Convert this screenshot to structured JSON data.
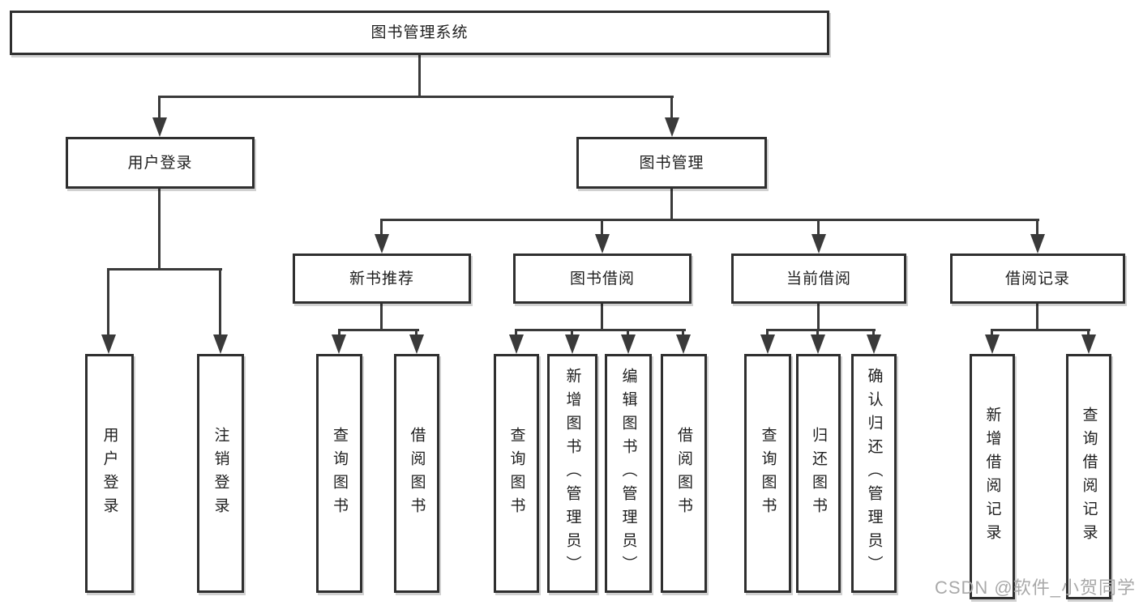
{
  "tree": {
    "label": "图书管理系统",
    "children": [
      {
        "label": "用户登录",
        "children": [
          {
            "label": "用户登录"
          },
          {
            "label": "注销登录"
          }
        ]
      },
      {
        "label": "图书管理",
        "children": [
          {
            "label": "新书推荐",
            "children": [
              {
                "label": "查询图书"
              },
              {
                "label": "借阅图书"
              }
            ]
          },
          {
            "label": "图书借阅",
            "children": [
              {
                "label": "查询图书"
              },
              {
                "label": "新增图书（管理员）"
              },
              {
                "label": "编辑图书（管理员）"
              },
              {
                "label": "借阅图书"
              }
            ]
          },
          {
            "label": "当前借阅",
            "children": [
              {
                "label": "查询图书"
              },
              {
                "label": "归还图书"
              },
              {
                "label": "确认归还（管理员）"
              }
            ]
          },
          {
            "label": "借阅记录",
            "children": [
              {
                "label": "新增借阅记录"
              },
              {
                "label": "查询借阅记录"
              }
            ]
          }
        ]
      }
    ]
  },
  "watermark": "CSDN @软件_小贺同学",
  "colors": {
    "line": "#3a3a3a",
    "box_border": "#2f2f2f",
    "box_fill": "#ffffff",
    "text": "#1f1f1f",
    "watermark": "#a9a9a9",
    "background": "#ffffff"
  }
}
